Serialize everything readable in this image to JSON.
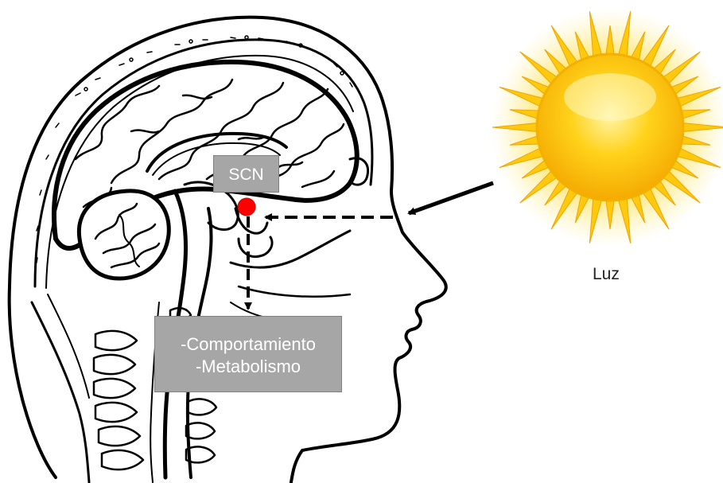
{
  "labels": {
    "scn": "SCN",
    "outputs": [
      "-Comportamiento",
      "-Metabolismo"
    ],
    "light": "Luz"
  },
  "colors": {
    "scn_dot": "#ff0000",
    "box_fill": "#a6a6a6",
    "box_text": "#ffffff",
    "sun_core": "#f9c400",
    "sun_rays": "#ffd21a",
    "line": "#000000"
  },
  "icons": {
    "head": "head-sagittal-brain-icon",
    "sun": "sun-icon"
  }
}
